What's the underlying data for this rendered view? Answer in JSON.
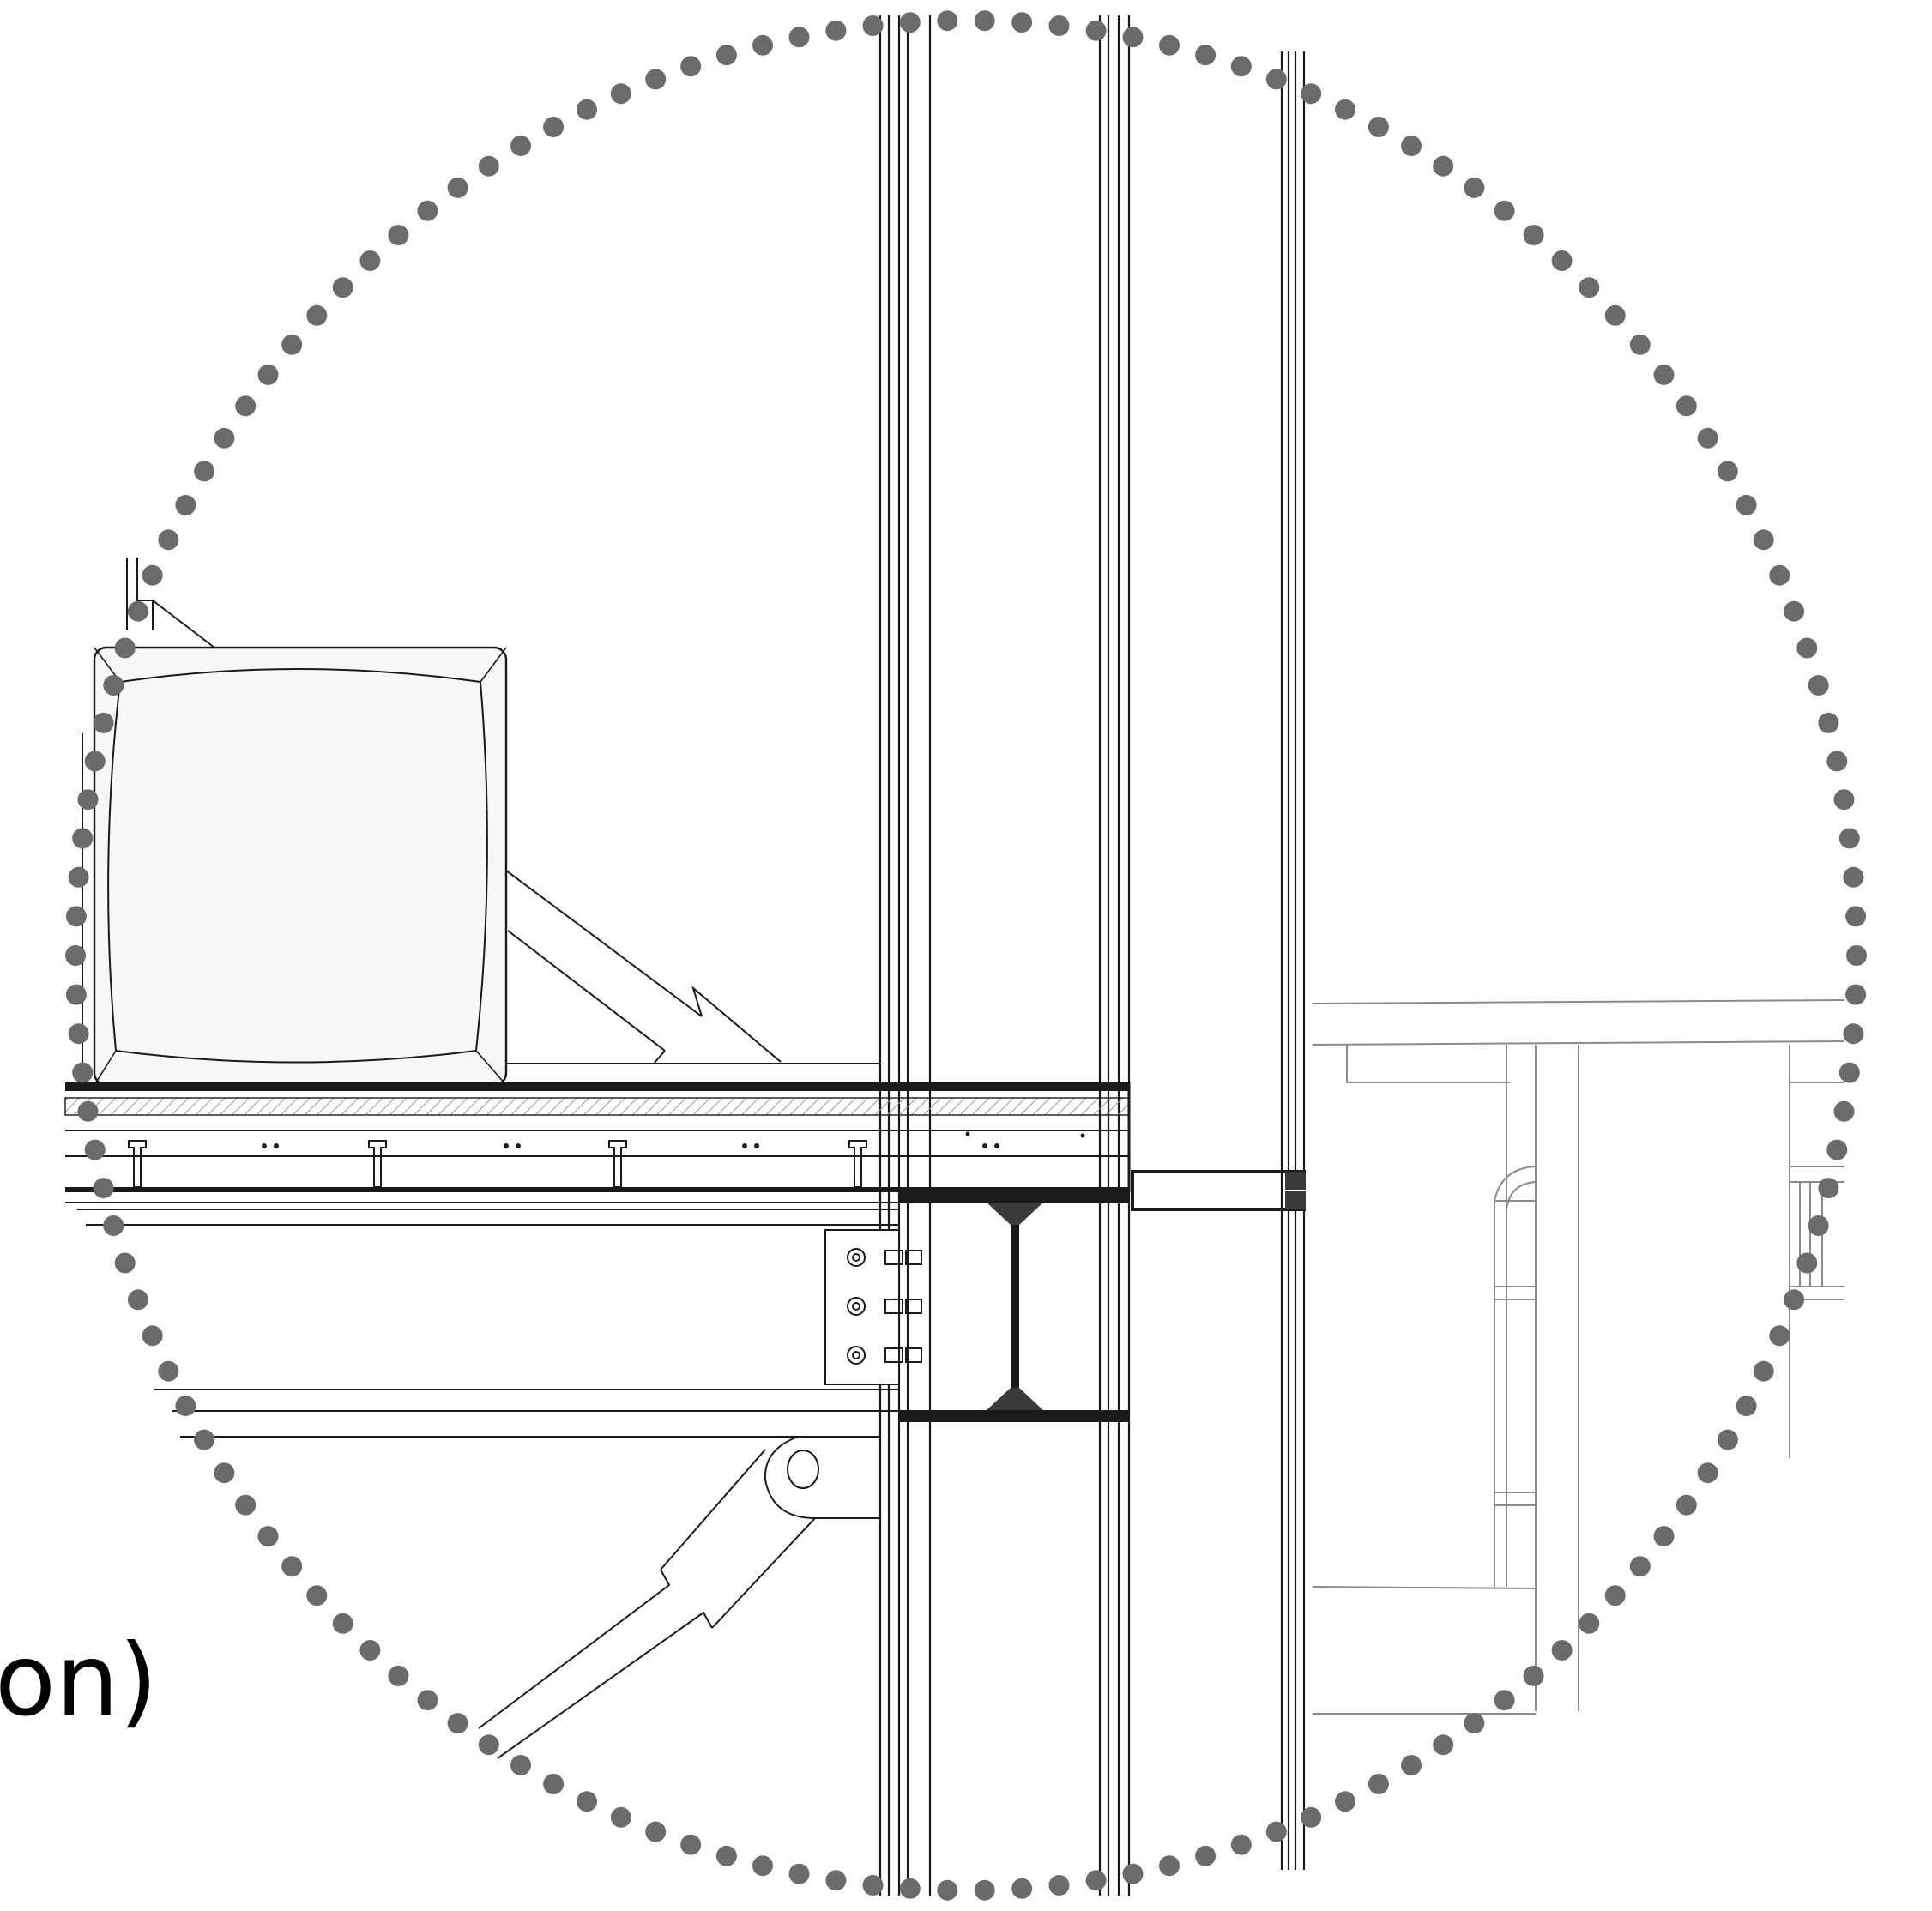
{
  "caption": {
    "text": "on)"
  },
  "colors": {
    "line": "#1a1a1a",
    "light_line": "#8a8a8a",
    "dot": "#6b6b6b",
    "steel_fill": "#3a3a3a",
    "panel_fill": "#f7f7f7",
    "hatch": "#9a9a9a"
  },
  "components": [
    "cushion-seat",
    "stair-stringer-upper",
    "stair-stringer-lower",
    "vertical-mullions",
    "floor-slab",
    "steel-i-beam",
    "bolted-connection-plate",
    "pin-connection",
    "railing-right",
    "detail-circle-boundary"
  ]
}
